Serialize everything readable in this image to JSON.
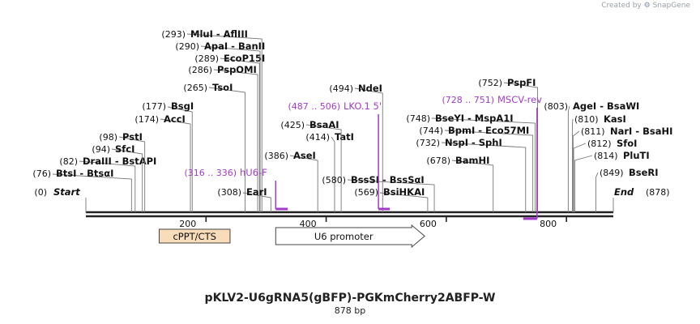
{
  "watermark": {
    "prefix": "Created by",
    "brand": "SnapGene"
  },
  "title": "pKLV2-U6gRNA5(gBFP)-PGKmCherry2ABFP-W",
  "subtitle": "878 bp",
  "sequence_length": 878,
  "ticks": [
    200,
    400,
    600,
    800
  ],
  "ends": [
    {
      "label": "Start",
      "pos_text": "(0)",
      "pos": 0
    },
    {
      "label": "End",
      "pos_text": "(878)",
      "pos": 878
    }
  ],
  "sites": [
    {
      "name": "BtsI  - BtsαI",
      "pos_text": "(76)",
      "pos": 76
    },
    {
      "name": "DraIII  - BstAPI",
      "pos_text": "(82)",
      "pos": 82
    },
    {
      "name": "SfcI",
      "pos_text": "(94)",
      "pos": 94
    },
    {
      "name": "PstI",
      "pos_text": "(98)",
      "pos": 98
    },
    {
      "name": "AccI",
      "pos_text": "(174)",
      "pos": 174
    },
    {
      "name": "BsgI",
      "pos_text": "(177)",
      "pos": 177
    },
    {
      "name": "TsoI",
      "pos_text": "(265)",
      "pos": 265
    },
    {
      "name": "PspOMI",
      "pos_text": "(286)",
      "pos": 286
    },
    {
      "name": "EcoP15I",
      "pos_text": "(289)",
      "pos": 289
    },
    {
      "name": "ApaI  - BanII",
      "pos_text": "(290)",
      "pos": 290
    },
    {
      "name": "MluI  - AflIII",
      "pos_text": "(293)",
      "pos": 293
    },
    {
      "name": "EarI",
      "pos_text": "(308)",
      "pos": 308
    },
    {
      "name": "AseI",
      "pos_text": "(386)",
      "pos": 386
    },
    {
      "name": "TatI",
      "pos_text": "(414)",
      "pos": 414
    },
    {
      "name": "BsaAI",
      "pos_text": "(425)",
      "pos": 425
    },
    {
      "name": "NdeI",
      "pos_text": "(494)",
      "pos": 494
    },
    {
      "name": "BsiHKAI",
      "pos_text": "(569)",
      "pos": 569
    },
    {
      "name": "BssSI  - BssSαI",
      "pos_text": "(580)",
      "pos": 580
    },
    {
      "name": "BamHI",
      "pos_text": "(678)",
      "pos": 678
    },
    {
      "name": "NspI  - SphI",
      "pos_text": "(732)",
      "pos": 732
    },
    {
      "name": "BpmI  - Eco57MI",
      "pos_text": "(744)",
      "pos": 744
    },
    {
      "name": "BseYI  - MspA1I",
      "pos_text": "(748)",
      "pos": 748
    },
    {
      "name": "PspFI",
      "pos_text": "(752)",
      "pos": 752
    },
    {
      "name": "AgeI  - BsaWI",
      "pos_text": "(803)",
      "pos": 803
    },
    {
      "name": "KasI",
      "pos_text": "(810)",
      "pos": 810
    },
    {
      "name": "NarI  - BsaHI",
      "pos_text": "(811)",
      "pos": 811
    },
    {
      "name": "SfoI",
      "pos_text": "(812)",
      "pos": 812
    },
    {
      "name": "PluTI",
      "pos_text": "(814)",
      "pos": 814
    },
    {
      "name": "BseRI",
      "pos_text": "(849)",
      "pos": 849
    }
  ],
  "primers": [
    {
      "name": "hU6-F",
      "range_text": "(316 .. 336)",
      "start": 316,
      "end": 336,
      "strand": "forward"
    },
    {
      "name": "LKO.1 5'",
      "range_text": "(487 .. 506)",
      "start": 487,
      "end": 506,
      "strand": "forward"
    },
    {
      "name": "MSCV-rev",
      "range_text": "(728 .. 751)",
      "start": 728,
      "end": 751,
      "strand": "reverse"
    }
  ],
  "features": [
    {
      "name": "cPPT/CTS",
      "start": 122,
      "end": 240,
      "type": "misc",
      "color": "#f9dcb9"
    },
    {
      "name": "U6 promoter",
      "start": 316,
      "end": 564,
      "type": "promoter",
      "color": "#ffffff"
    }
  ],
  "colors": {
    "primer": "#a23cc8",
    "line": "#222222",
    "feature_border": "#444444"
  }
}
